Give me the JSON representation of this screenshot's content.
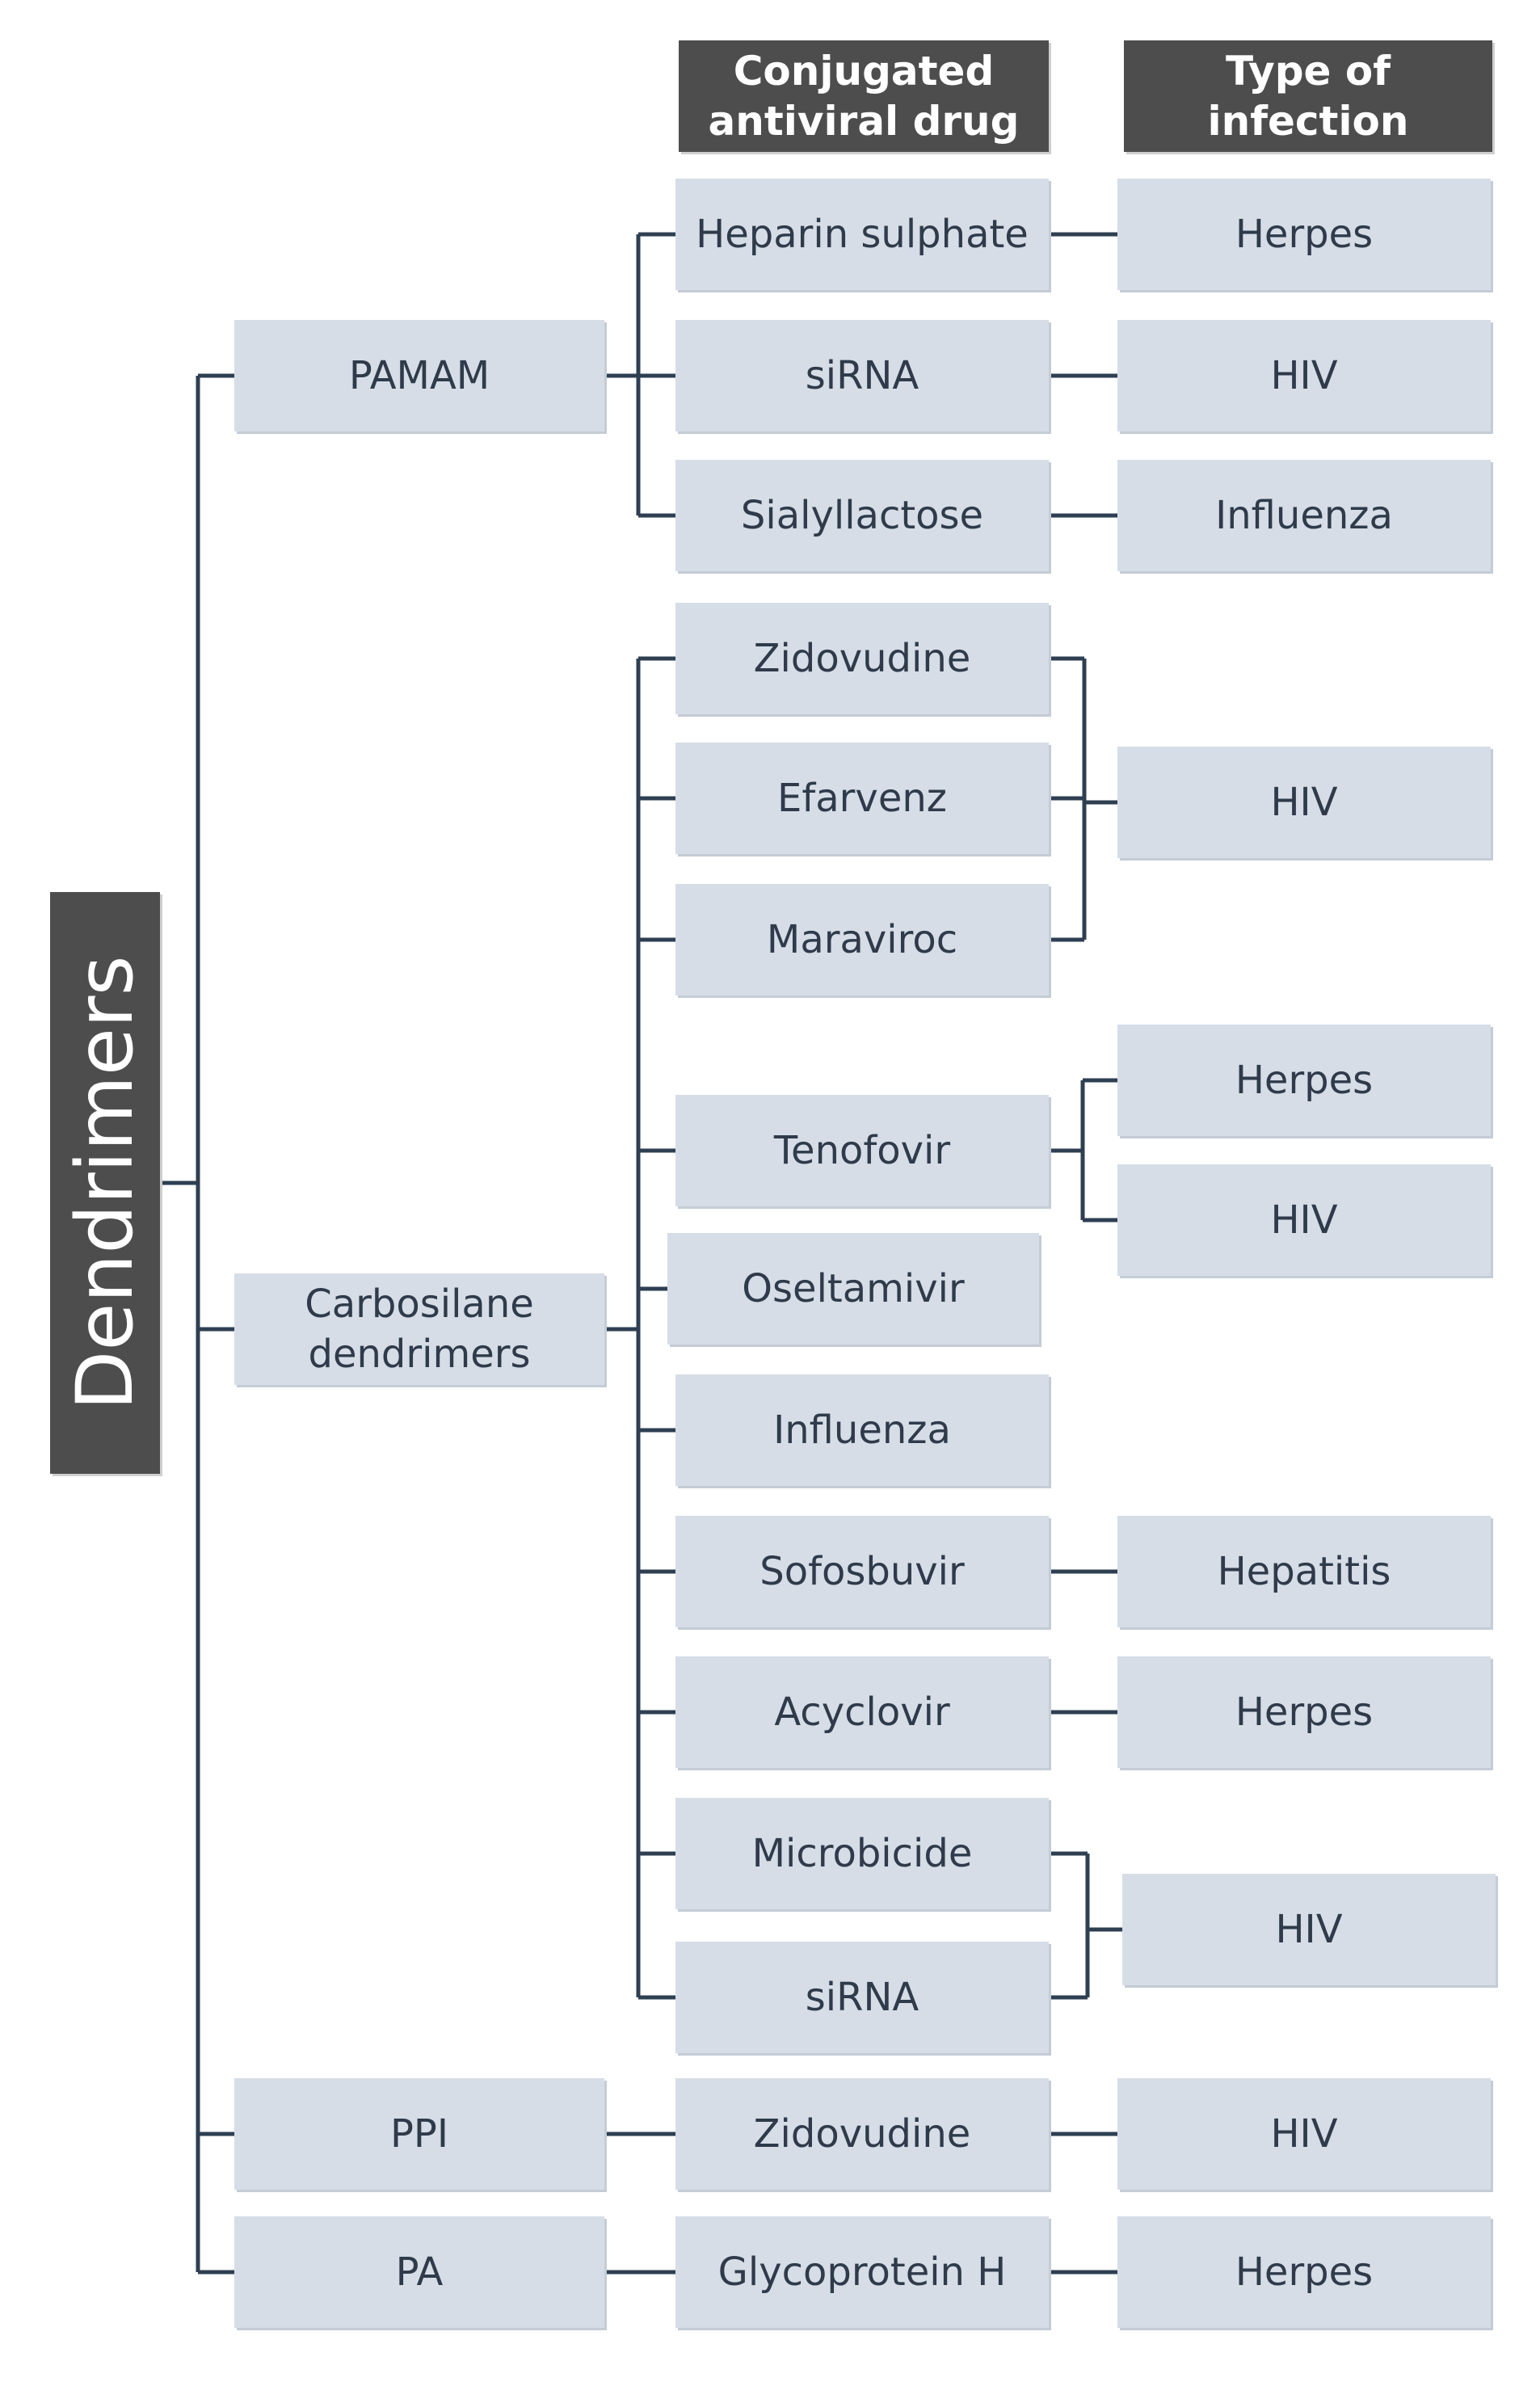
{
  "headers": {
    "conjugated_drug": "Conjugated\nantiviral drug",
    "infection_type": "Type of infection"
  },
  "root": "Dendrimers",
  "classes": {
    "pamam": "PAMAM",
    "carbosilane": "Carbosilane\ndendrimers",
    "ppi": "PPI",
    "pa": "PA"
  },
  "drugs": {
    "heparin": "Heparin sulphate",
    "sirna_pamam": "siRNA",
    "sialyllactose": "Sialyllactose",
    "zidovudine_carbo": "Zidovudine",
    "efarvenz": "Efarvenz",
    "maraviroc": "Maraviroc",
    "tenofovir": "Tenofovir",
    "oseltamivir": "Oseltamivir",
    "influenza": "Influenza",
    "sofosbuvir": "Sofosbuvir",
    "acyclovir": "Acyclovir",
    "microbicide": "Microbicide",
    "sirna_carbo": "siRNA",
    "zidovudine_ppi": "Zidovudine",
    "glycoprotein": "Glycoprotein H"
  },
  "infections": {
    "herpes_heparin": "Herpes",
    "hiv_sirna": "HIV",
    "influenza_sialyl": "Influenza",
    "hiv_group1": "HIV",
    "herpes_tenofovir": "Herpes",
    "hiv_tenofovir": "HIV",
    "hepatitis": "Hepatitis",
    "herpes_acyclovir": "Herpes",
    "hiv_group2": "HIV",
    "hiv_ppi": "HIV",
    "herpes_pa": "Herpes"
  },
  "colors": {
    "box_fill": "#d6dde7",
    "header_fill": "#4d4d4d",
    "connector": "#2e3f52",
    "text": "#2f3b4a"
  }
}
